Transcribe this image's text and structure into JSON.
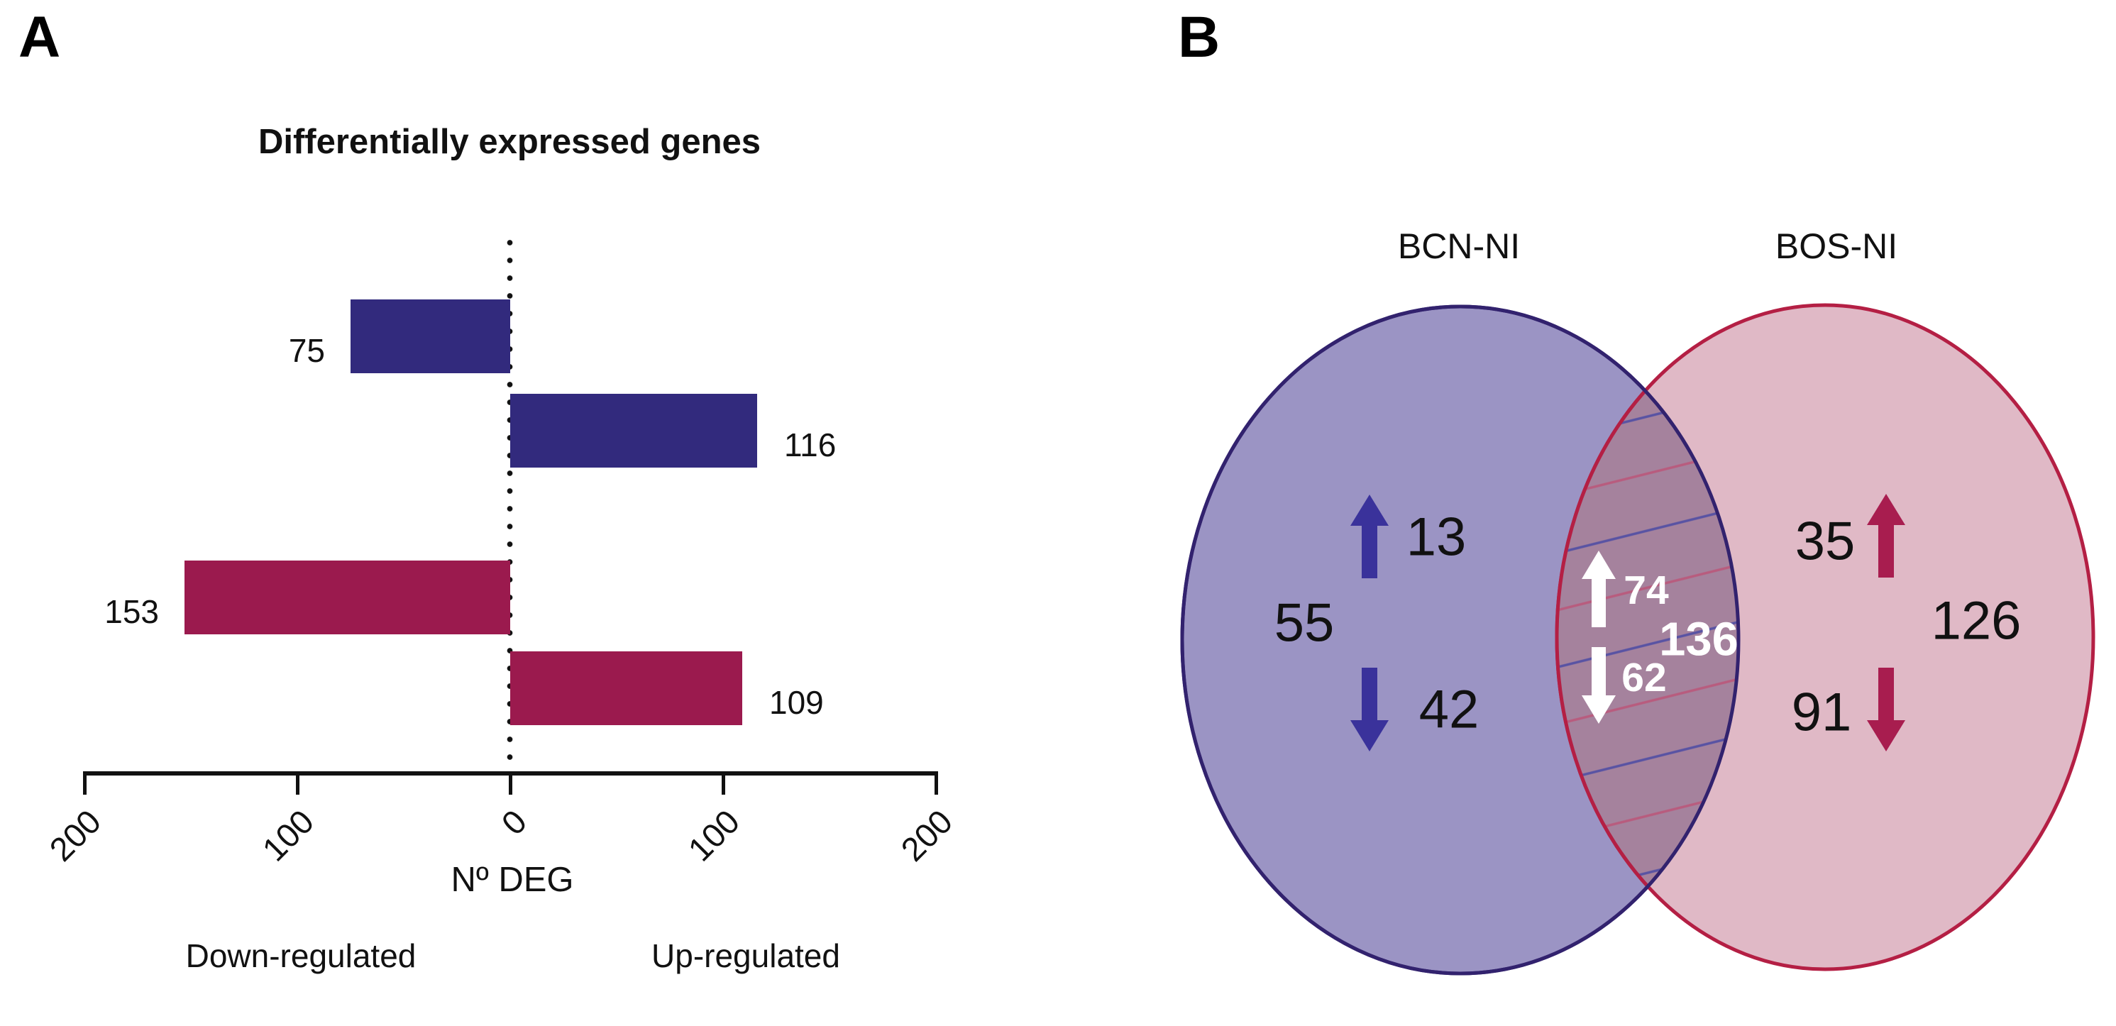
{
  "figure": {
    "panel_a_letter": "A",
    "panel_b_letter": "B"
  },
  "panel_a": {
    "title": "Differentially expressed genes",
    "bars": [
      {
        "name": "bcn-down-regulated",
        "label": "75",
        "value": 75,
        "direction": "left",
        "color": "#322a7d"
      },
      {
        "name": "bcn-up-regulated",
        "label": "116",
        "value": 116,
        "direction": "right",
        "color": "#322a7d"
      },
      {
        "name": "bos-down-regulated",
        "label": "153",
        "value": 153,
        "direction": "left",
        "color": "#9b1a4e"
      },
      {
        "name": "bos-up-regulated",
        "label": "109",
        "value": 109,
        "direction": "right",
        "color": "#9b1a4e"
      }
    ],
    "axis": {
      "ticks": [
        "200",
        "100",
        "0",
        "100",
        "200"
      ],
      "xlabel": "Nº DEG",
      "left_caption": "Down-regulated",
      "right_caption": "Up-regulated"
    }
  },
  "panel_b": {
    "left_set": {
      "name": "BCN-NI",
      "unique_total": "55",
      "up": "13",
      "down": "42"
    },
    "right_set": {
      "name": "BOS-NI",
      "unique_total": "126",
      "up": "35",
      "down": "91"
    },
    "intersection": {
      "total": "136",
      "up": "74",
      "down": "62"
    }
  },
  "colors": {
    "blue_bar": "#322a7d",
    "maroon_bar": "#9b1a4e",
    "left_circle_fill": "#9b94c4",
    "left_circle_border": "#32226e",
    "right_circle_fill": "#e0b9c6",
    "right_circle_border": "#b41f44",
    "overlap_fill": "#a5829d",
    "blue_arrow": "#3a329b",
    "red_arrow": "#a81d4f",
    "white_arrow": "#ffffff"
  },
  "chart_data": [
    {
      "type": "bar",
      "title": "Differentially expressed genes",
      "xlabel": "Nº DEG",
      "orientation": "horizontal-diverging",
      "xlim": [
        -200,
        200
      ],
      "axis_ticks": [
        -200,
        -100,
        0,
        100,
        200
      ],
      "grid": false,
      "legend": "none",
      "series": [
        {
          "name": "BCN-NI",
          "color": "#322a7d",
          "down_regulated": 75,
          "up_regulated": 116
        },
        {
          "name": "BOS-NI",
          "color": "#9b1a4e",
          "down_regulated": 153,
          "up_regulated": 109
        }
      ]
    },
    {
      "type": "venn",
      "sets": [
        {
          "name": "BCN-NI",
          "unique": 55,
          "unique_up": 13,
          "unique_down": 42,
          "fill": "#9b94c4",
          "border": "#32226e"
        },
        {
          "name": "BOS-NI",
          "unique": 126,
          "unique_up": 35,
          "unique_down": 91,
          "fill": "#e0b9c6",
          "border": "#b41f44"
        }
      ],
      "intersection": {
        "total": 136,
        "up": 74,
        "down": 62
      }
    }
  ]
}
